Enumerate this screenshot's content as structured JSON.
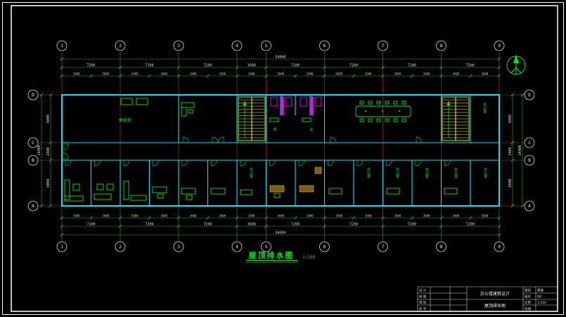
{
  "plan_title": {
    "text": "屋顶排水图",
    "scale": "1:100"
  },
  "axes": {
    "cols": [
      "1",
      "2",
      "3",
      "4",
      "5",
      "6",
      "7",
      "8",
      "9"
    ],
    "rows": [
      "D",
      "C",
      "B",
      "A"
    ]
  },
  "dims": {
    "total": "54000",
    "bays": [
      "7200",
      "7200",
      "7200",
      "3600",
      "7200",
      "7200",
      "7200",
      "7200"
    ],
    "fine": [
      "3600",
      "3600",
      "3600",
      "3600",
      "3600",
      "3600",
      "3600",
      "3600",
      "3600",
      "3600",
      "3600",
      "3600",
      "3600",
      "3600",
      "3600"
    ],
    "side_segments": [
      "6000",
      "2400",
      "6000"
    ],
    "side_total": "14400"
  },
  "rooms": {
    "lounge": "休息室",
    "office": "办公室",
    "male": "男",
    "female": "女"
  },
  "titleblock": {
    "row_labels": [
      "设 计",
      "制 图",
      "审 核",
      "校 对"
    ],
    "project": "办公楼建筑设计",
    "drawing": "屋顶排水图",
    "fields": [
      {
        "label": "图别",
        "value": "建施"
      },
      {
        "label": "图号",
        "value": "08"
      },
      {
        "label": "比例",
        "value": "1:100"
      },
      {
        "label": "日期",
        "value": ""
      }
    ]
  }
}
